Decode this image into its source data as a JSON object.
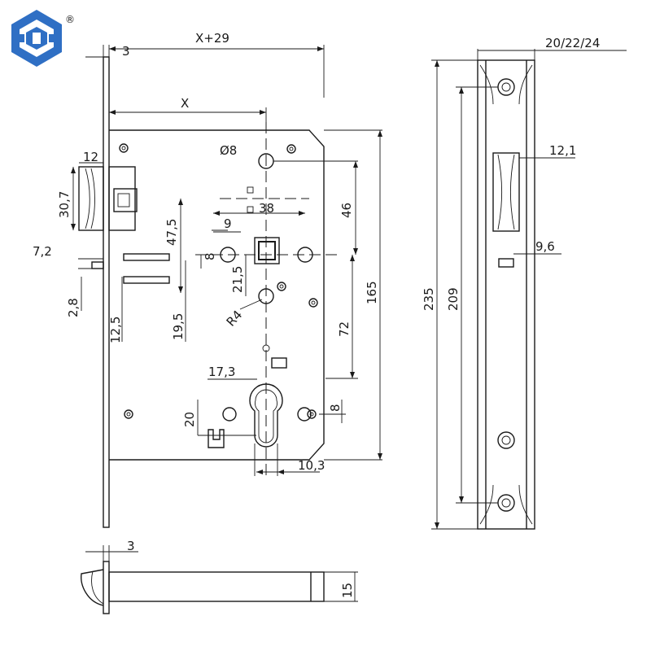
{
  "brand": {
    "registered_mark": "®",
    "logo_color": "#2f6fc4"
  },
  "dims": {
    "front_thickness": "3",
    "x_plus_29": "X+29",
    "x": "X",
    "latch_width": "12",
    "latch_height": "30,7",
    "hole_diameter": "Ø8",
    "offset_38": "38",
    "offset_9": "9",
    "vertical_47_5": "47,5",
    "vertical_46": "46",
    "small_8_left": "8",
    "vertical_21_5": "21,5",
    "bolt_7_2": "7,2",
    "bolt_2_8": "2,8",
    "bolt_12_5": "12,5",
    "vertical_19_5": "19,5",
    "radius_r4": "R4",
    "vertical_72": "72",
    "height_165": "165",
    "cylinder_17_3": "17,3",
    "cylinder_20": "20",
    "small_8_right": "8",
    "cylinder_10_3": "10,3",
    "plate_width": "20/22/24",
    "plate_height": "235",
    "plate_inner": "209",
    "strike_12_1": "12,1",
    "strike_9_6": "9,6",
    "bottom_3": "3",
    "bottom_15": "15"
  }
}
